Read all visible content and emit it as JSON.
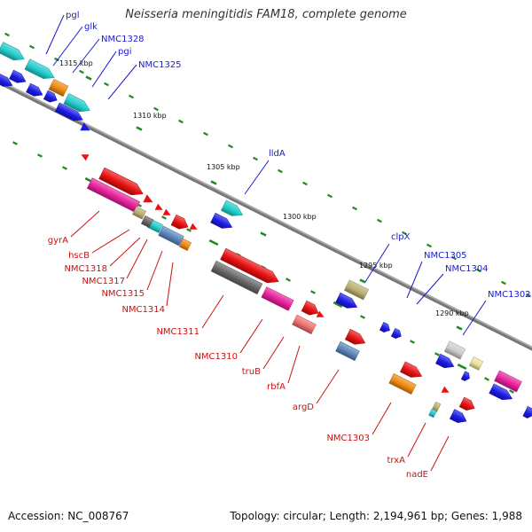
{
  "title": "Neisseria meningitidis FAM18, complete genome",
  "accession_text": "Accession: NC_008767",
  "topology_text": "Topology: circular; Length: 2,194,961 bp; Genes: 1,988",
  "colors": {
    "backbone": "#777777",
    "tick": "#1f8a1f",
    "forward_label": "#1a1acc",
    "reverse_label": "#cc1111",
    "cds_blue": "#1a1ae6",
    "red": "#e81010",
    "magenta": "#e8209a",
    "cyan": "#22cccc",
    "orange": "#f08a10",
    "khaki": "#b8b070",
    "steel": "#5a86bb",
    "gray": "#666666",
    "salmon": "#f07070",
    "light_gray": "#cccccc",
    "yellow": "#ece49a"
  },
  "scale_labels": [
    "1315 kbp",
    "1310 kbp",
    "1305 kbp",
    "1300 kbp",
    "1295 kbp",
    "1290 kbp"
  ],
  "forward_genes": [
    "pgl",
    "glk",
    "NMC1328",
    "pgi",
    "NMC1325",
    "lldA",
    "clpX",
    "NMC1305",
    "NMC1304",
    "NMC1302"
  ],
  "reverse_genes": [
    "gyrA",
    "hscB",
    "NMC1318",
    "NMC1317",
    "NMC1315",
    "NMC1314",
    "NMC1311",
    "NMC1310",
    "truB",
    "rbfA",
    "argD",
    "NMC1303",
    "trxA",
    "nadE"
  ]
}
